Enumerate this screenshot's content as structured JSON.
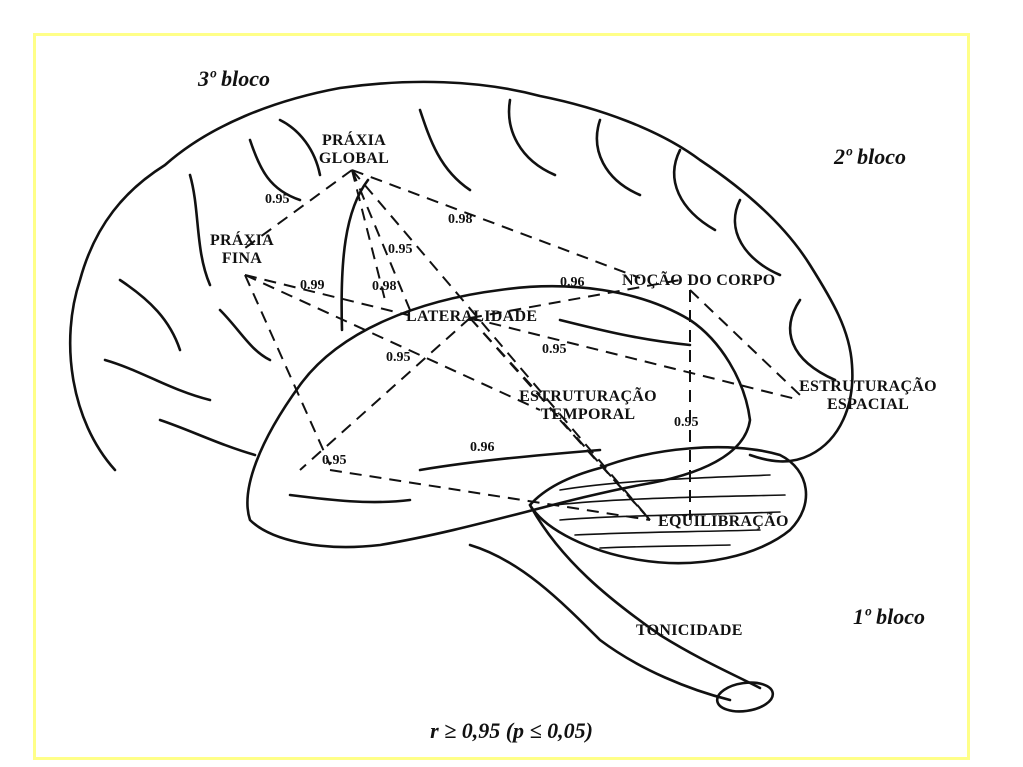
{
  "blocks": {
    "third": "3º bloco",
    "second": "2º bloco",
    "first": "1º bloco"
  },
  "nodes": {
    "praxia_global": "PRÁXIA\nGLOBAL",
    "praxia_fina": "PRÁXIA\nFINA",
    "lateralidade": "LATERALIDADE",
    "nocao_do_corpo": "NOÇÃO DO CORPO",
    "estruturacao_espacial": "ESTRUTURAÇÃO\nESPACIAL",
    "estruturacao_temporal": "ESTRUTURAÇÃO\nTEMPORAL",
    "equilibracao": "EQUILIBRAÇÃO",
    "tonicidade": "TONICIDADE"
  },
  "coefficients": {
    "global_fina": "0.95",
    "global_temporal": "0.98",
    "global_lateralidade_a": "0.95",
    "global_lateralidade_b": "0.98",
    "fina_lateralidade": "0.99",
    "lateralidade_corpo": "0.96",
    "lateralidade_temporal": "0.95",
    "lateralidade_espacial": "0.95",
    "corpo_equilibracao": "0.95",
    "lateralidade_equilibracao": "0.96",
    "fina_equilibracao": "0.95"
  },
  "formula": "r ≥ 0,95 (p ≤ 0,05)",
  "colors": {
    "frame": "#ffff88",
    "ink": "#111111"
  }
}
